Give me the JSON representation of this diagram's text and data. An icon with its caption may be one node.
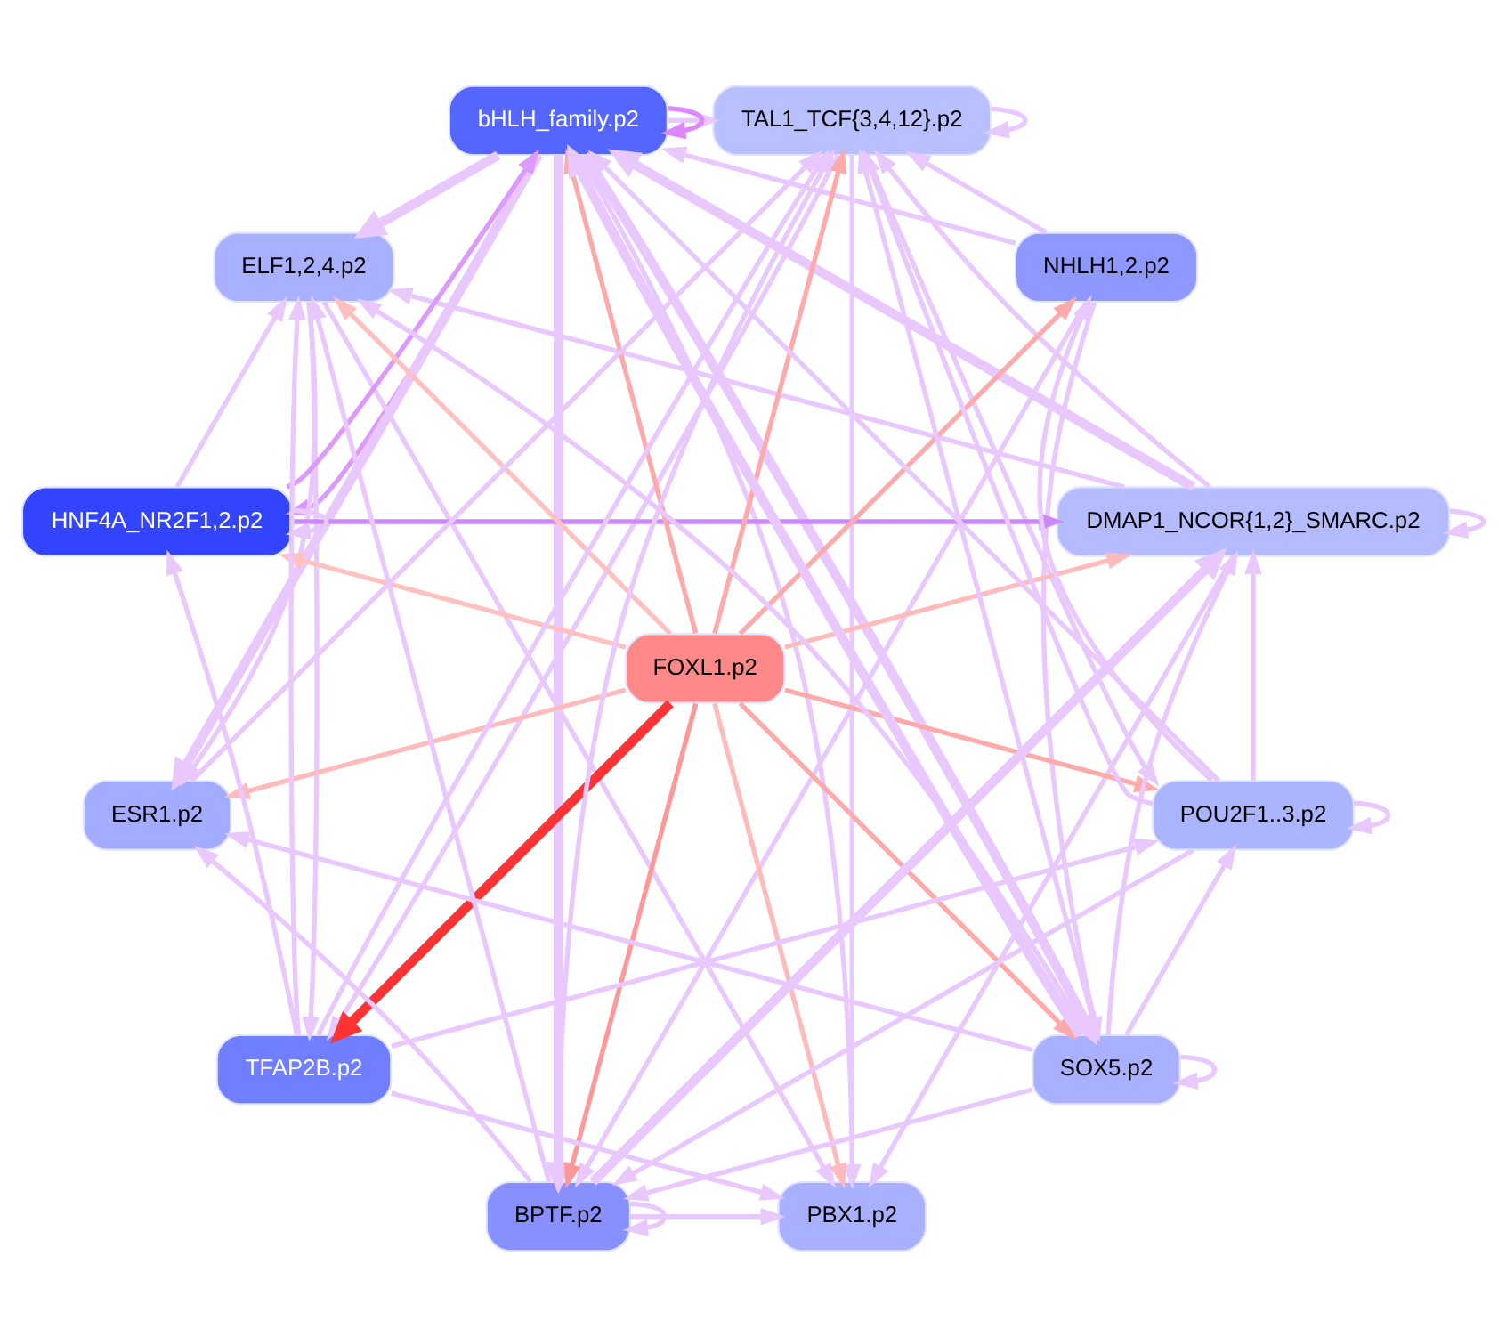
{
  "diagram": {
    "nodes": [
      {
        "text": [
          "DMAP1_NCOR{1,2}_SMARC.p2"
        ]
      },
      {
        "text": [
          "NHLH1,2.p2"
        ]
      },
      {
        "text": [
          "TAL1_TCF{3,4,12}.p2"
        ]
      },
      {
        "text": [
          "bHLH_family.p2"
        ]
      },
      {
        "text": [
          "ELF1,2,4.p2"
        ]
      },
      {
        "text": [
          "HNF4A_NR2F1,2.p2"
        ]
      },
      {
        "text": [
          "FOXL1.p2"
        ]
      },
      {
        "text": [
          "ESR1.p2"
        ]
      },
      {
        "text": [
          "TFAP2B.p2"
        ]
      },
      {
        "text": [
          "BPTF.p2"
        ]
      },
      {
        "text": [
          "PBX1.p2"
        ]
      },
      {
        "text": [
          "SOX5.p2"
        ]
      },
      {
        "text": [
          "POU2F1..3.p2"
        ]
      }
    ],
    "edges": [
      {
        "from": 6,
        "to": 0,
        "arrow": "to",
        "color": "#ffbbbb"
      },
      {
        "from": 6,
        "to": 1,
        "arrow": "to",
        "color": "#ffaaaa"
      },
      {
        "from": 6,
        "to": 2,
        "arrow": "to",
        "color": "#ffaaaa"
      },
      {
        "from": 6,
        "to": 3,
        "arrow": "to",
        "color": "#ffaaaa"
      },
      {
        "from": 6,
        "to": 4,
        "arrow": "to",
        "color": "#ffc0c0"
      },
      {
        "from": 6,
        "to": 5,
        "arrow": "to",
        "color": "#ffc0c0"
      },
      {
        "from": 6,
        "to": 7,
        "arrow": "to",
        "color": "#ffbbbb"
      },
      {
        "from": 6,
        "to": 8,
        "arrow": "to",
        "style": "thick",
        "color": "#ff3333"
      },
      {
        "from": 6,
        "to": 9,
        "arrow": "to",
        "color": "#ff9999"
      },
      {
        "from": 6,
        "to": 10,
        "arrow": "to",
        "color": "#ffbbbb"
      },
      {
        "from": 6,
        "to": 11,
        "arrow": "to",
        "color": "#ffaaaa"
      },
      {
        "from": 6,
        "to": 12,
        "arrow": "to",
        "color": "#ffaaaa"
      },
      {
        "from": 0,
        "to": 0,
        "arrow": "to"
      },
      {
        "from": 2,
        "to": 2,
        "arrow": "to"
      },
      {
        "from": 3,
        "to": 3,
        "arrow": "to",
        "color": "#dd88ff"
      },
      {
        "from": 5,
        "to": 5,
        "arrow": "to"
      },
      {
        "from": 9,
        "to": 9,
        "arrow": "to"
      },
      {
        "from": 11,
        "to": 11,
        "arrow": "to"
      },
      {
        "from": 12,
        "to": 12,
        "arrow": "to"
      },
      {
        "from": 0,
        "to": 2,
        "arrow": "to"
      },
      {
        "from": 1,
        "to": 3,
        "arrow": "to"
      },
      {
        "from": 0,
        "to": 3,
        "arrow": "to",
        "style": "thick"
      },
      {
        "from": 5,
        "to": 0,
        "arrow": "to",
        "color": "#cc88ff"
      },
      {
        "from": 3,
        "to": 2,
        "arrow": "to"
      },
      {
        "from": 3,
        "to": 5,
        "arrow": "to",
        "color": "#dd99ff"
      },
      {
        "from": 5,
        "to": 3,
        "arrow": "to",
        "color": "#dd99ff"
      },
      {
        "from": 1,
        "to": 2,
        "arrow": "to"
      },
      {
        "from": 0,
        "to": 4,
        "arrow": "to"
      },
      {
        "from": 3,
        "to": 4,
        "arrow": "to",
        "style": "thick"
      },
      {
        "from": 5,
        "to": 4,
        "arrow": "to"
      },
      {
        "from": 4,
        "to": 7,
        "arrow": "to"
      },
      {
        "from": 7,
        "to": 2,
        "arrow": "to"
      },
      {
        "from": 3,
        "to": 7,
        "arrow": "to",
        "style": "thick"
      },
      {
        "from": 8,
        "to": 4,
        "arrow": "to"
      },
      {
        "from": 8,
        "to": 5,
        "arrow": "to"
      },
      {
        "from": 8,
        "to": 10,
        "arrow": "to"
      },
      {
        "from": 8,
        "to": 12,
        "arrow": "to"
      },
      {
        "from": 8,
        "to": 2,
        "arrow": "to"
      },
      {
        "from": 9,
        "to": 2,
        "arrow": "to"
      },
      {
        "from": 9,
        "to": 0,
        "arrow": "to",
        "style": "thick"
      },
      {
        "from": 9,
        "to": 4,
        "arrow": "to"
      },
      {
        "from": 9,
        "to": 10,
        "arrow": "to"
      },
      {
        "from": 9,
        "to": 7,
        "arrow": "to"
      },
      {
        "from": 11,
        "to": 9,
        "arrow": "to"
      },
      {
        "from": 11,
        "to": 0,
        "arrow": "to"
      },
      {
        "from": 11,
        "to": 3,
        "arrow": "to",
        "style": "thick"
      },
      {
        "from": 11,
        "to": 12,
        "arrow": "to"
      },
      {
        "from": 11,
        "to": 2,
        "arrow": "to"
      },
      {
        "from": 11,
        "to": 4,
        "arrow": "to"
      },
      {
        "from": 12,
        "to": 9,
        "arrow": "to"
      },
      {
        "from": 12,
        "to": 0,
        "arrow": "to"
      },
      {
        "from": 12,
        "to": 3,
        "arrow": "to"
      },
      {
        "from": 12,
        "to": 2,
        "arrow": "to"
      },
      {
        "from": 12,
        "to": 1,
        "arrow": "to"
      },
      {
        "from": 2,
        "to": 12,
        "arrow": "to"
      },
      {
        "from": 2,
        "to": 10,
        "arrow": "to"
      },
      {
        "from": 3,
        "to": 9,
        "arrow": "to",
        "style": "thick"
      },
      {
        "from": 3,
        "to": 11,
        "arrow": "to",
        "style": "thick"
      },
      {
        "from": 1,
        "to": 9,
        "arrow": "to"
      },
      {
        "from": 1,
        "to": 11,
        "arrow": "to"
      },
      {
        "from": 3,
        "to": 10,
        "arrow": "to"
      },
      {
        "from": 4,
        "to": 10,
        "arrow": "to"
      },
      {
        "from": 0,
        "to": 10,
        "arrow": "to"
      },
      {
        "from": 2,
        "to": 8,
        "arrow": "to"
      },
      {
        "from": 4,
        "to": 8,
        "arrow": "to"
      },
      {
        "from": 11,
        "to": 7,
        "arrow": "to"
      }
    ]
  }
}
